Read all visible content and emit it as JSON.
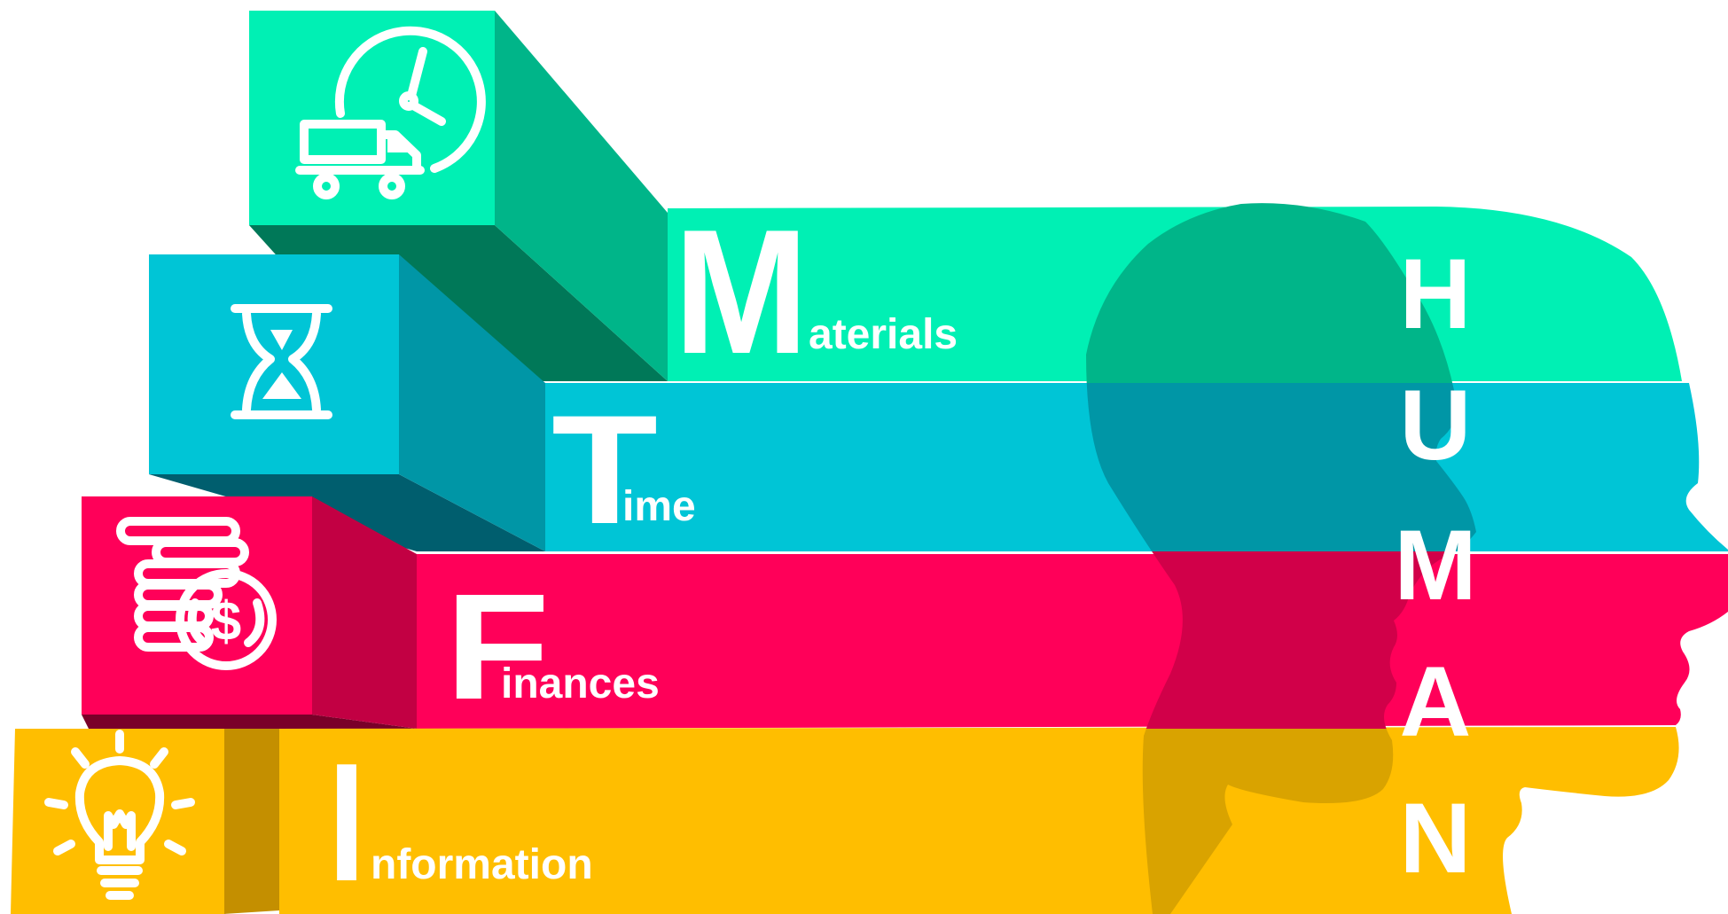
{
  "resources": [
    {
      "initial": "M",
      "rest": "aterials",
      "icon": "delivery-truck-clock-icon",
      "color_front": "#00f0b4",
      "color_side": "#00b589",
      "color_dark": "#007858"
    },
    {
      "initial": "T",
      "rest": "ime",
      "icon": "hourglass-icon",
      "color_front": "#00c5d6",
      "color_side": "#0096a6",
      "color_dark": "#005e6e"
    },
    {
      "initial": "F",
      "rest": "inances",
      "icon": "coin-stack-dollar-icon",
      "color_front": "#ff0059",
      "color_side": "#c20043",
      "color_dark": "#7a0029"
    },
    {
      "initial": "I",
      "rest": "nformation",
      "icon": "light-bulb-icon",
      "color_front": "#ffbe00",
      "color_side": "#c48f00",
      "color_dark": "#8a6400"
    }
  ],
  "human": {
    "letters": [
      "H",
      "U",
      "M",
      "A",
      "N"
    ]
  }
}
